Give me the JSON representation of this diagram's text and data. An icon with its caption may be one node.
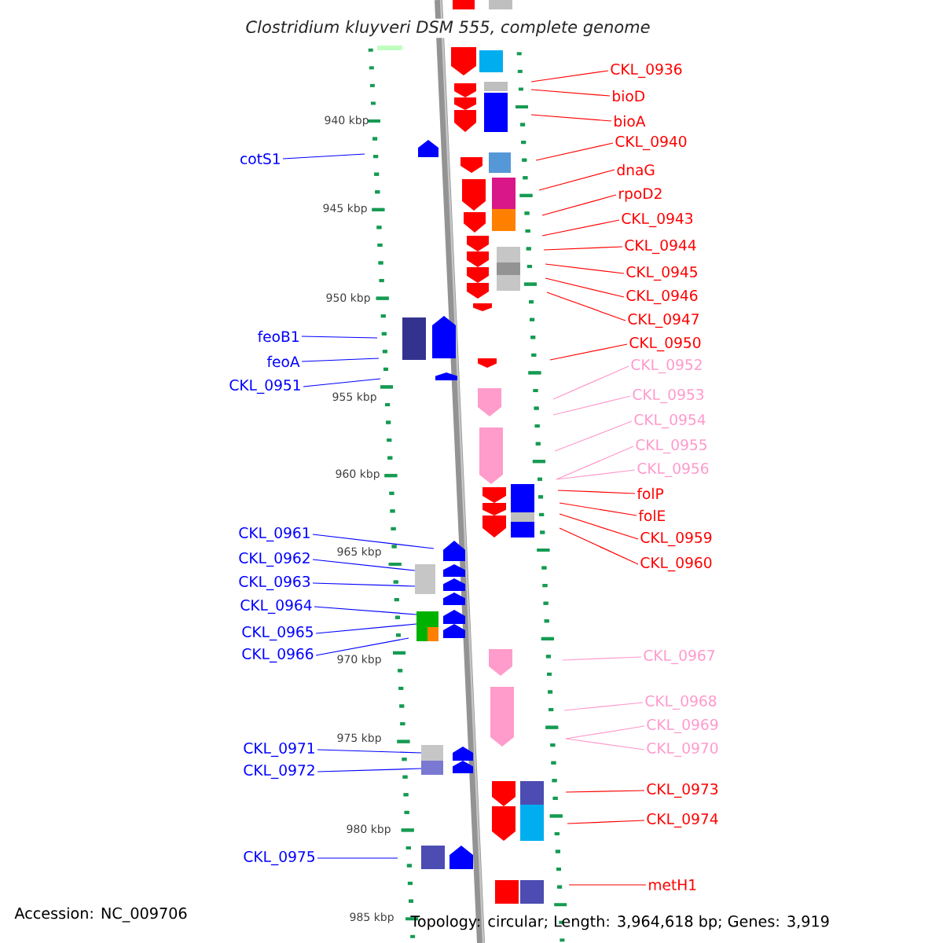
{
  "diagram": {
    "title": "*Clostridium kluyveri* DSM 555, complete genome",
    "nodes": [
      {
        "text": [
          "CKL_0936"
        ]
      },
      {
        "text": [
          "bioD"
        ]
      },
      {
        "text": [
          "bioA"
        ]
      },
      {
        "text": [
          "CKL_0940"
        ]
      },
      {
        "text": [
          "cotS1"
        ]
      },
      {
        "text": [
          "dnaG"
        ]
      },
      {
        "text": [
          "rpoD2"
        ]
      },
      {
        "text": [
          "CKL_0943"
        ]
      },
      {
        "text": [
          "CKL_0944"
        ]
      },
      {
        "text": [
          "CKL_0945"
        ]
      },
      {
        "text": [
          "CKL_0946"
        ]
      },
      {
        "text": [
          "CKL_0947"
        ]
      },
      {
        "text": [
          "feoB1"
        ]
      },
      {
        "text": [
          "CKL_0950"
        ]
      },
      {
        "text": [
          "feoA"
        ]
      },
      {
        "text": [
          "CKL_0952"
        ]
      },
      {
        "text": [
          "CKL_0951"
        ]
      },
      {
        "text": [
          "CKL_0953"
        ]
      },
      {
        "text": [
          "CKL_0954"
        ]
      },
      {
        "text": [
          "CKL_0955"
        ]
      },
      {
        "text": [
          "CKL_0956"
        ]
      },
      {
        "text": [
          "folP"
        ]
      },
      {
        "text": [
          "folE"
        ]
      },
      {
        "text": [
          "CKL_0961"
        ]
      },
      {
        "text": [
          "CKL_0959"
        ]
      },
      {
        "text": [
          "CKL_0962"
        ]
      },
      {
        "text": [
          "CKL_0960"
        ]
      },
      {
        "text": [
          "CKL_0963"
        ]
      },
      {
        "text": [
          "CKL_0964"
        ]
      },
      {
        "text": [
          "CKL_0965"
        ]
      },
      {
        "text": [
          "CKL_0967"
        ]
      },
      {
        "text": [
          "CKL_0966"
        ]
      },
      {
        "text": [
          "CKL_0968"
        ]
      },
      {
        "text": [
          "CKL_0969"
        ]
      },
      {
        "text": [
          "CKL_0970"
        ]
      },
      {
        "text": [
          "CKL_0971"
        ]
      },
      {
        "text": [
          "CKL_0972"
        ]
      },
      {
        "text": [
          "CKL_0973"
        ]
      },
      {
        "text": [
          "CKL_0974"
        ]
      },
      {
        "text": [
          "CKL_0975"
        ]
      },
      {
        "text": [
          "metH1"
        ]
      }
    ],
    "edges": [
      {
        "from": 0,
        "to": null,
        "arrow": "none"
      },
      {
        "from": 1,
        "to": null,
        "arrow": "none"
      },
      {
        "from": 2,
        "to": null,
        "arrow": "none"
      },
      {
        "from": 3,
        "to": null,
        "arrow": "none"
      },
      {
        "from": 4,
        "to": null,
        "arrow": "none",
        "color": "#0000ff"
      },
      {
        "from": 5,
        "to": null,
        "arrow": "none"
      },
      {
        "from": 6,
        "to": null,
        "arrow": "none"
      },
      {
        "from": 7,
        "to": null,
        "arrow": "none"
      },
      {
        "from": 8,
        "to": null,
        "arrow": "none"
      },
      {
        "from": 9,
        "to": null,
        "arrow": "none"
      },
      {
        "from": 10,
        "to": null,
        "arrow": "none"
      },
      {
        "from": 11,
        "to": null,
        "arrow": "none"
      },
      {
        "from": 12,
        "to": null,
        "arrow": "none",
        "color": "#0000ff"
      },
      {
        "from": 13,
        "to": null,
        "arrow": "none"
      },
      {
        "from": 14,
        "to": null,
        "arrow": "none",
        "color": "#0000ff"
      },
      {
        "from": 15,
        "to": null,
        "arrow": "none",
        "color": "#ff99cc"
      },
      {
        "from": 16,
        "to": null,
        "arrow": "none",
        "color": "#0000ff"
      },
      {
        "from": 17,
        "to": null,
        "arrow": "none",
        "color": "#ff99cc"
      },
      {
        "from": 18,
        "to": null,
        "arrow": "none",
        "color": "#ff99cc"
      },
      {
        "from": 19,
        "to": null,
        "arrow": "none",
        "color": "#ff99cc"
      },
      {
        "from": 20,
        "to": null,
        "arrow": "none",
        "color": "#ff99cc"
      },
      {
        "from": 21,
        "to": null,
        "arrow": "none"
      },
      {
        "from": 22,
        "to": null,
        "arrow": "none"
      },
      {
        "from": 23,
        "to": null,
        "arrow": "none",
        "color": "#0000ff"
      },
      {
        "from": 24,
        "to": null,
        "arrow": "none"
      },
      {
        "from": 25,
        "to": null,
        "arrow": "none",
        "color": "#0000ff"
      },
      {
        "from": 26,
        "to": null,
        "arrow": "none"
      },
      {
        "from": 27,
        "to": null,
        "arrow": "none",
        "color": "#0000ff"
      },
      {
        "from": 28,
        "to": null,
        "arrow": "none",
        "color": "#0000ff"
      },
      {
        "from": 29,
        "to": null,
        "arrow": "none",
        "color": "#0000ff"
      },
      {
        "from": 30,
        "to": null,
        "arrow": "none",
        "color": "#ff99cc"
      },
      {
        "from": 31,
        "to": null,
        "arrow": "none",
        "color": "#0000ff"
      },
      {
        "from": 32,
        "to": null,
        "arrow": "none",
        "color": "#ff99cc"
      },
      {
        "from": 33,
        "to": null,
        "arrow": "none",
        "color": "#ff99cc"
      },
      {
        "from": 34,
        "to": null,
        "arrow": "none",
        "color": "#ff99cc"
      },
      {
        "from": 35,
        "to": null,
        "arrow": "none",
        "color": "#0000ff"
      },
      {
        "from": 36,
        "to": null,
        "arrow": "none",
        "color": "#0000ff"
      },
      {
        "from": 37,
        "to": null,
        "arrow": "none"
      },
      {
        "from": 38,
        "to": null,
        "arrow": "none"
      },
      {
        "from": 39,
        "to": null,
        "arrow": "none",
        "color": "#0000ff"
      },
      {
        "from": 40,
        "to": null,
        "arrow": "none"
      }
    ],
    "labels": [
      "940 kbp",
      "945 kbp",
      "950 kbp",
      "955 kbp",
      "960 kbp",
      "965 kbp",
      "970 kbp",
      "975 kbp",
      "980 kbp",
      "985 kbp",
      "Accession: NC_009706",
      "Topology: circular; Length: 3,964,618 bp; Genes: 3,919"
    ]
  }
}
